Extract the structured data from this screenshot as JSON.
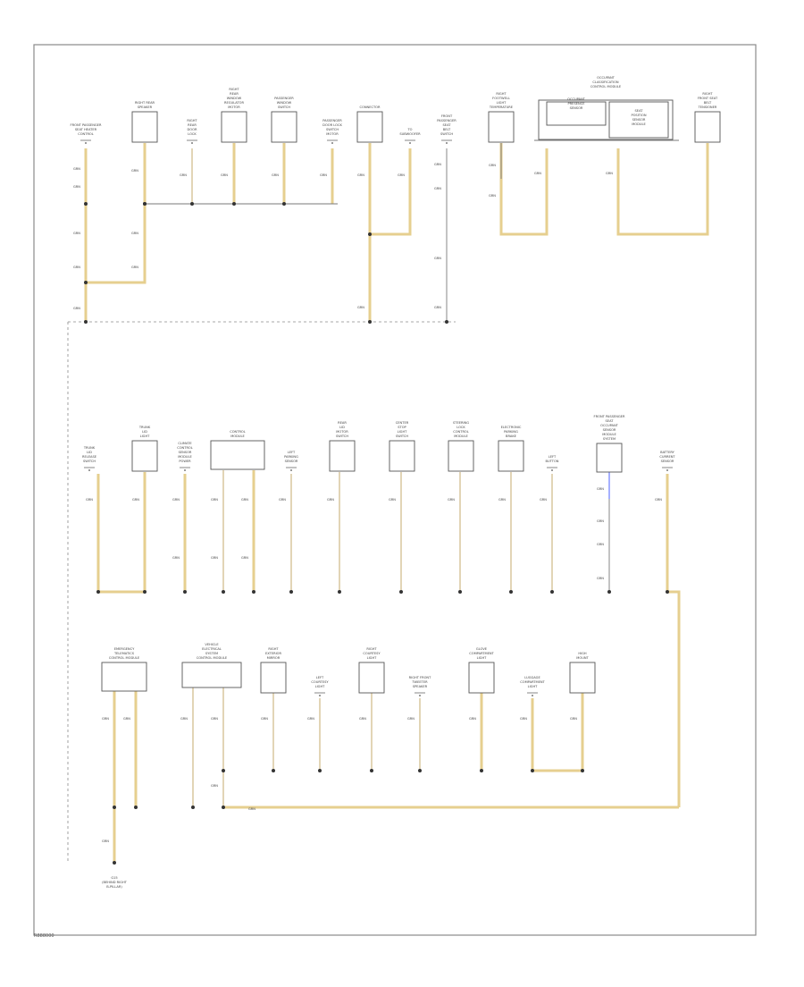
{
  "diagram": {
    "footer_code": "R888000",
    "wire_label": "GRN",
    "components_row1": [
      {
        "id": "c1",
        "lines": [
          "FRONT PASSENGER",
          "SEAT HEATER",
          "CONTROL"
        ]
      },
      {
        "id": "c2",
        "lines": [
          "RIGHT REAR",
          "SPEAKER"
        ]
      },
      {
        "id": "c3",
        "lines": [
          "RIGHT",
          "REAR",
          "DOOR",
          "LOCK"
        ]
      },
      {
        "id": "c4",
        "lines": [
          "RIGHT",
          "REAR",
          "WINDOW",
          "REGULATOR",
          "MOTOR"
        ]
      },
      {
        "id": "c5",
        "lines": [
          "PASSENGER",
          "WINDOW",
          "SWITCH"
        ]
      },
      {
        "id": "c6",
        "lines": [
          "PASSENGER",
          "DOOR LOCK",
          "SWITCH",
          "MOTOR"
        ]
      },
      {
        "id": "c7",
        "lines": [
          "CONNECTOR"
        ]
      },
      {
        "id": "c8",
        "lines": [
          "TO",
          "SUBWOOFER"
        ]
      },
      {
        "id": "c9",
        "lines": [
          "FRONT",
          "PASSENGER",
          "SEAT",
          "BELT",
          "SWITCH"
        ]
      },
      {
        "id": "c10",
        "lines": [
          "RIGHT",
          "FOOTWELL",
          "LIGHT",
          "TEMPERATURE"
        ]
      },
      {
        "id": "c11",
        "lines": [
          "OCCUPANT",
          "CLASSIFICATION",
          "CONTROL MODULE"
        ]
      },
      {
        "id": "c12",
        "lines": [
          "RIGHT",
          "FRONT SEAT",
          "BELT",
          "TENSIONER"
        ]
      }
    ],
    "sub_labels_row1": [
      {
        "id": "s1",
        "lines": [
          "OCCUPANT",
          "PRESENCE",
          "SENSOR"
        ]
      },
      {
        "id": "s2",
        "lines": [
          "SEAT",
          "POSITION",
          "SENSOR",
          "MODULE"
        ]
      }
    ],
    "components_row2": [
      {
        "id": "d1",
        "lines": [
          "TRUNK",
          "LID",
          "RELEASE",
          "SWITCH"
        ]
      },
      {
        "id": "d2",
        "lines": [
          "TRUNK",
          "LID",
          "LIGHT"
        ]
      },
      {
        "id": "d3",
        "lines": [
          "CLIMATE",
          "CONTROL",
          "SENSOR",
          "MODULE",
          "POWER"
        ]
      },
      {
        "id": "d4",
        "lines": [
          "CONTROL",
          "MODULE"
        ]
      },
      {
        "id": "d5",
        "lines": [
          "LEFT",
          "PARKING",
          "SENSOR"
        ]
      },
      {
        "id": "d6",
        "lines": [
          "REAR",
          "LID",
          "MOTOR",
          "SWITCH"
        ]
      },
      {
        "id": "d7",
        "lines": [
          "CENTER",
          "STOP",
          "LIGHT",
          "SWITCH"
        ]
      },
      {
        "id": "d8",
        "lines": [
          "STEERING",
          "LOCK",
          "CONTROL",
          "MODULE"
        ]
      },
      {
        "id": "d9",
        "lines": [
          "ELECTRONIC",
          "PARKING",
          "BRAKE"
        ]
      },
      {
        "id": "d10",
        "lines": [
          "LEFT",
          "BUTTON"
        ]
      },
      {
        "id": "d11",
        "lines": [
          "FRONT PASSENGER",
          "SEAT",
          "OCCUPANT",
          "SENSOR",
          "MODULE",
          "SYSTEM"
        ]
      },
      {
        "id": "d12",
        "lines": [
          "BATTERY",
          "CURRENT",
          "SENSOR"
        ]
      }
    ],
    "components_row3": [
      {
        "id": "e1",
        "lines": [
          "EMERGENCY",
          "TELEMATICS",
          "CONTROL MODULE"
        ]
      },
      {
        "id": "e2",
        "lines": [
          "VEHICLE",
          "ELECTRICAL",
          "SYSTEM",
          "CONTROL MODULE"
        ]
      },
      {
        "id": "e3",
        "lines": [
          "RIGHT",
          "EXTERIOR",
          "MIRROR"
        ]
      },
      {
        "id": "e4",
        "lines": [
          "LEFT",
          "COURTESY",
          "LIGHT"
        ]
      },
      {
        "id": "e5",
        "lines": [
          "RIGHT",
          "COURTESY",
          "LIGHT"
        ]
      },
      {
        "id": "e6",
        "lines": [
          "RIGHT FRONT",
          "TWEETER",
          "SPEAKER"
        ]
      },
      {
        "id": "e7",
        "lines": [
          "GLOVE",
          "COMPARTMENT",
          "LIGHT"
        ]
      },
      {
        "id": "e8",
        "lines": [
          "LUGGAGE",
          "COMPARTMENT",
          "LIGHT"
        ]
      },
      {
        "id": "e9",
        "lines": [
          "HIGH",
          "MOUNT"
        ]
      }
    ],
    "ground_label": [
      "G15",
      "(BEHIND RIGHT",
      "B-PILLAR)"
    ]
  }
}
